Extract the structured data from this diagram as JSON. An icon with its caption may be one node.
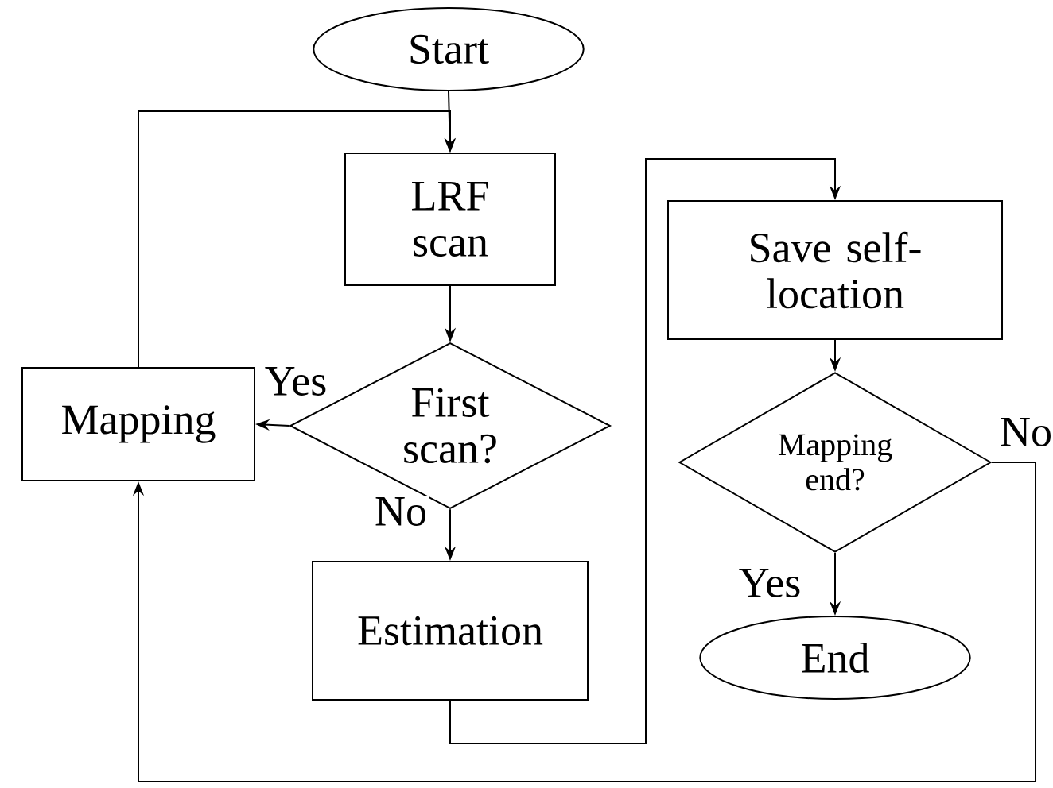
{
  "diagram": {
    "nodes": [
      {
        "text": [
          "Start"
        ]
      },
      {
        "text": [
          "LRF scan"
        ]
      },
      {
        "text": [
          "Mapping"
        ]
      },
      {
        "text": [
          "First scan?"
        ]
      },
      {
        "text": [
          "Save self-location"
        ]
      },
      {
        "text": [
          "Mapping end?"
        ]
      },
      {
        "text": [
          "Estimation"
        ]
      },
      {
        "text": [
          "End"
        ]
      }
    ],
    "edges": [
      {
        "from": 0,
        "to": 1,
        "arrow": "to"
      },
      {
        "from": 1,
        "to": 3,
        "arrow": "to"
      },
      {
        "from": 3,
        "to": 2,
        "arrow": "to",
        "label": "Yes"
      },
      {
        "from": 3,
        "to": 6,
        "arrow": "to",
        "label": "No"
      },
      {
        "from": 2,
        "to": 1,
        "arrow": "to"
      },
      {
        "from": 6,
        "to": 4,
        "arrow": "to"
      },
      {
        "from": 4,
        "to": 5,
        "arrow": "to"
      },
      {
        "from": 5,
        "to": 7,
        "arrow": "to",
        "label": "Yes"
      },
      {
        "from": 5,
        "to": 2,
        "arrow": "to",
        "label": "No"
      }
    ]
  }
}
